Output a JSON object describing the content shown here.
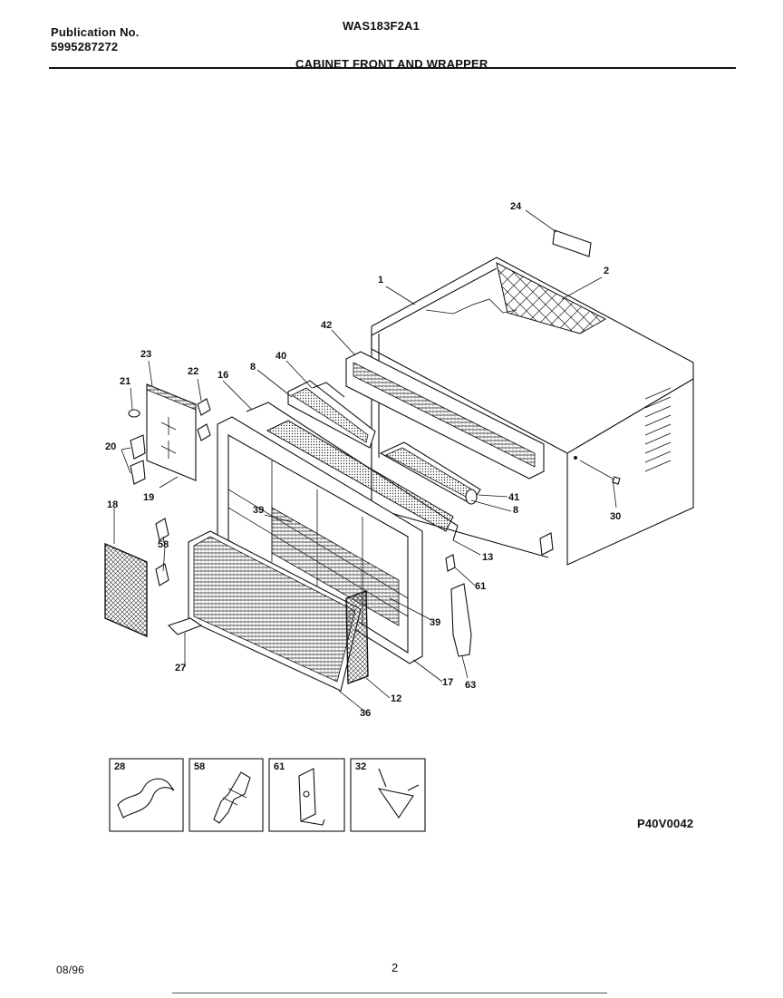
{
  "header": {
    "publication_label": "Publication No.",
    "publication_number": "5995287272",
    "model": "WAS183F2A1",
    "section_title": "CABINET FRONT AND WRAPPER"
  },
  "drawing_code": "P40V0042",
  "footer": {
    "date": "08/96",
    "page": "2"
  },
  "callouts": {
    "c24": "24",
    "c1": "1",
    "c2": "2",
    "c42": "42",
    "c40": "40",
    "c8a": "8",
    "c16": "16",
    "c22": "22",
    "c23": "23",
    "c21": "21",
    "c20": "20",
    "c19": "19",
    "c18": "18",
    "c58": "58",
    "c39a": "39",
    "c41": "41",
    "c8b": "8",
    "c30": "30",
    "c13": "13",
    "c61": "61",
    "c39b": "39",
    "c63": "63",
    "c17": "17",
    "c12": "12",
    "c27": "27",
    "c36": "36"
  },
  "detail_boxes": [
    {
      "label": "28"
    },
    {
      "label": "58"
    },
    {
      "label": "61"
    },
    {
      "label": "32"
    }
  ]
}
